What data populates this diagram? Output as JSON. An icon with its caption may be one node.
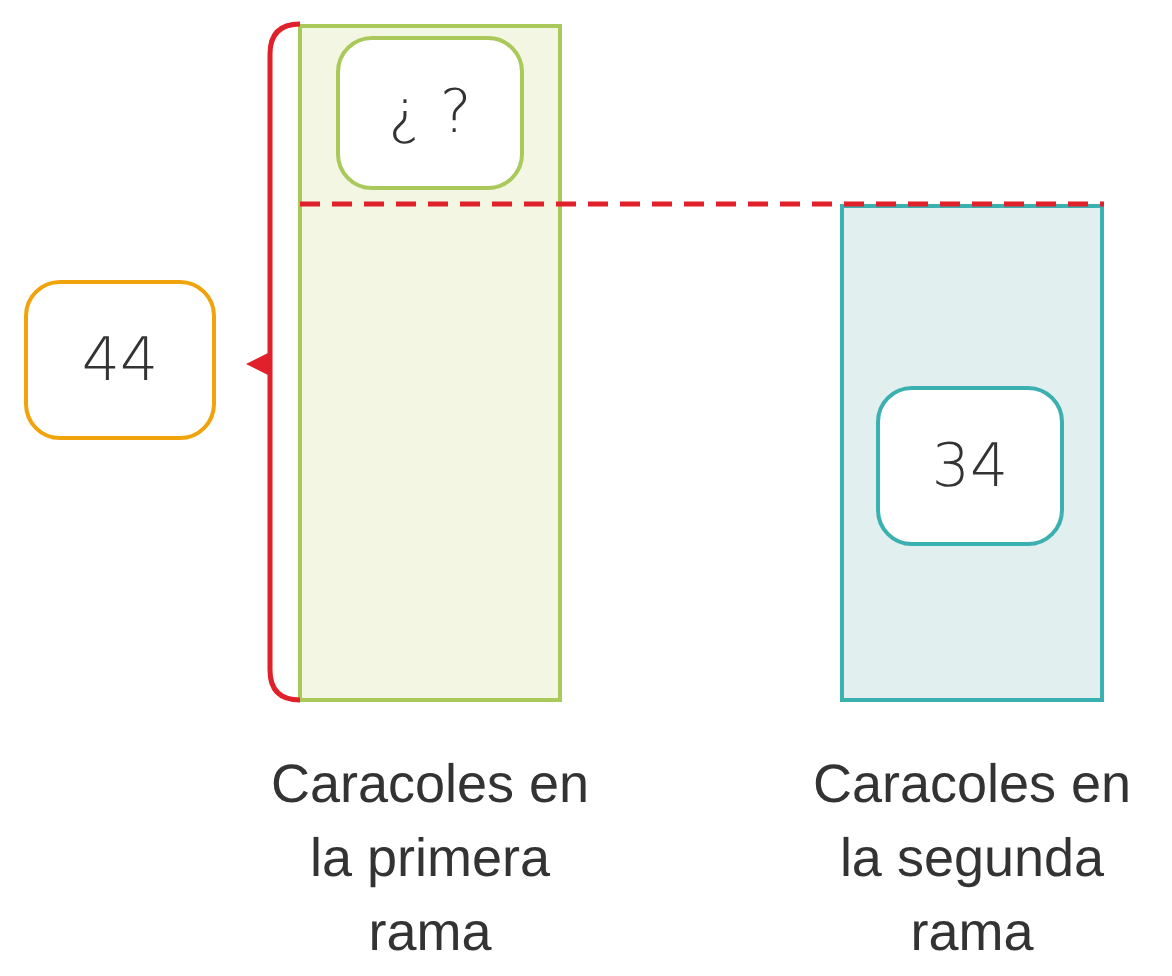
{
  "diagram": {
    "nodes": [
      {
        "text": [
          "44"
        ]
      },
      {
        "text": [],
        "shape": "bar",
        "beside": [
          "Caracoles en la primera rama"
        ]
      },
      {
        "text": [
          "¿ ?"
        ],
        "in": 1
      },
      {
        "text": [],
        "shape": "bar",
        "beside": [
          "Caracoles en la segunda rama"
        ]
      },
      {
        "text": [
          "34"
        ],
        "in": 3
      }
    ],
    "edges": [
      {
        "from": 1,
        "to": 3,
        "arrow": "none",
        "style": "dashed"
      }
    ]
  }
}
